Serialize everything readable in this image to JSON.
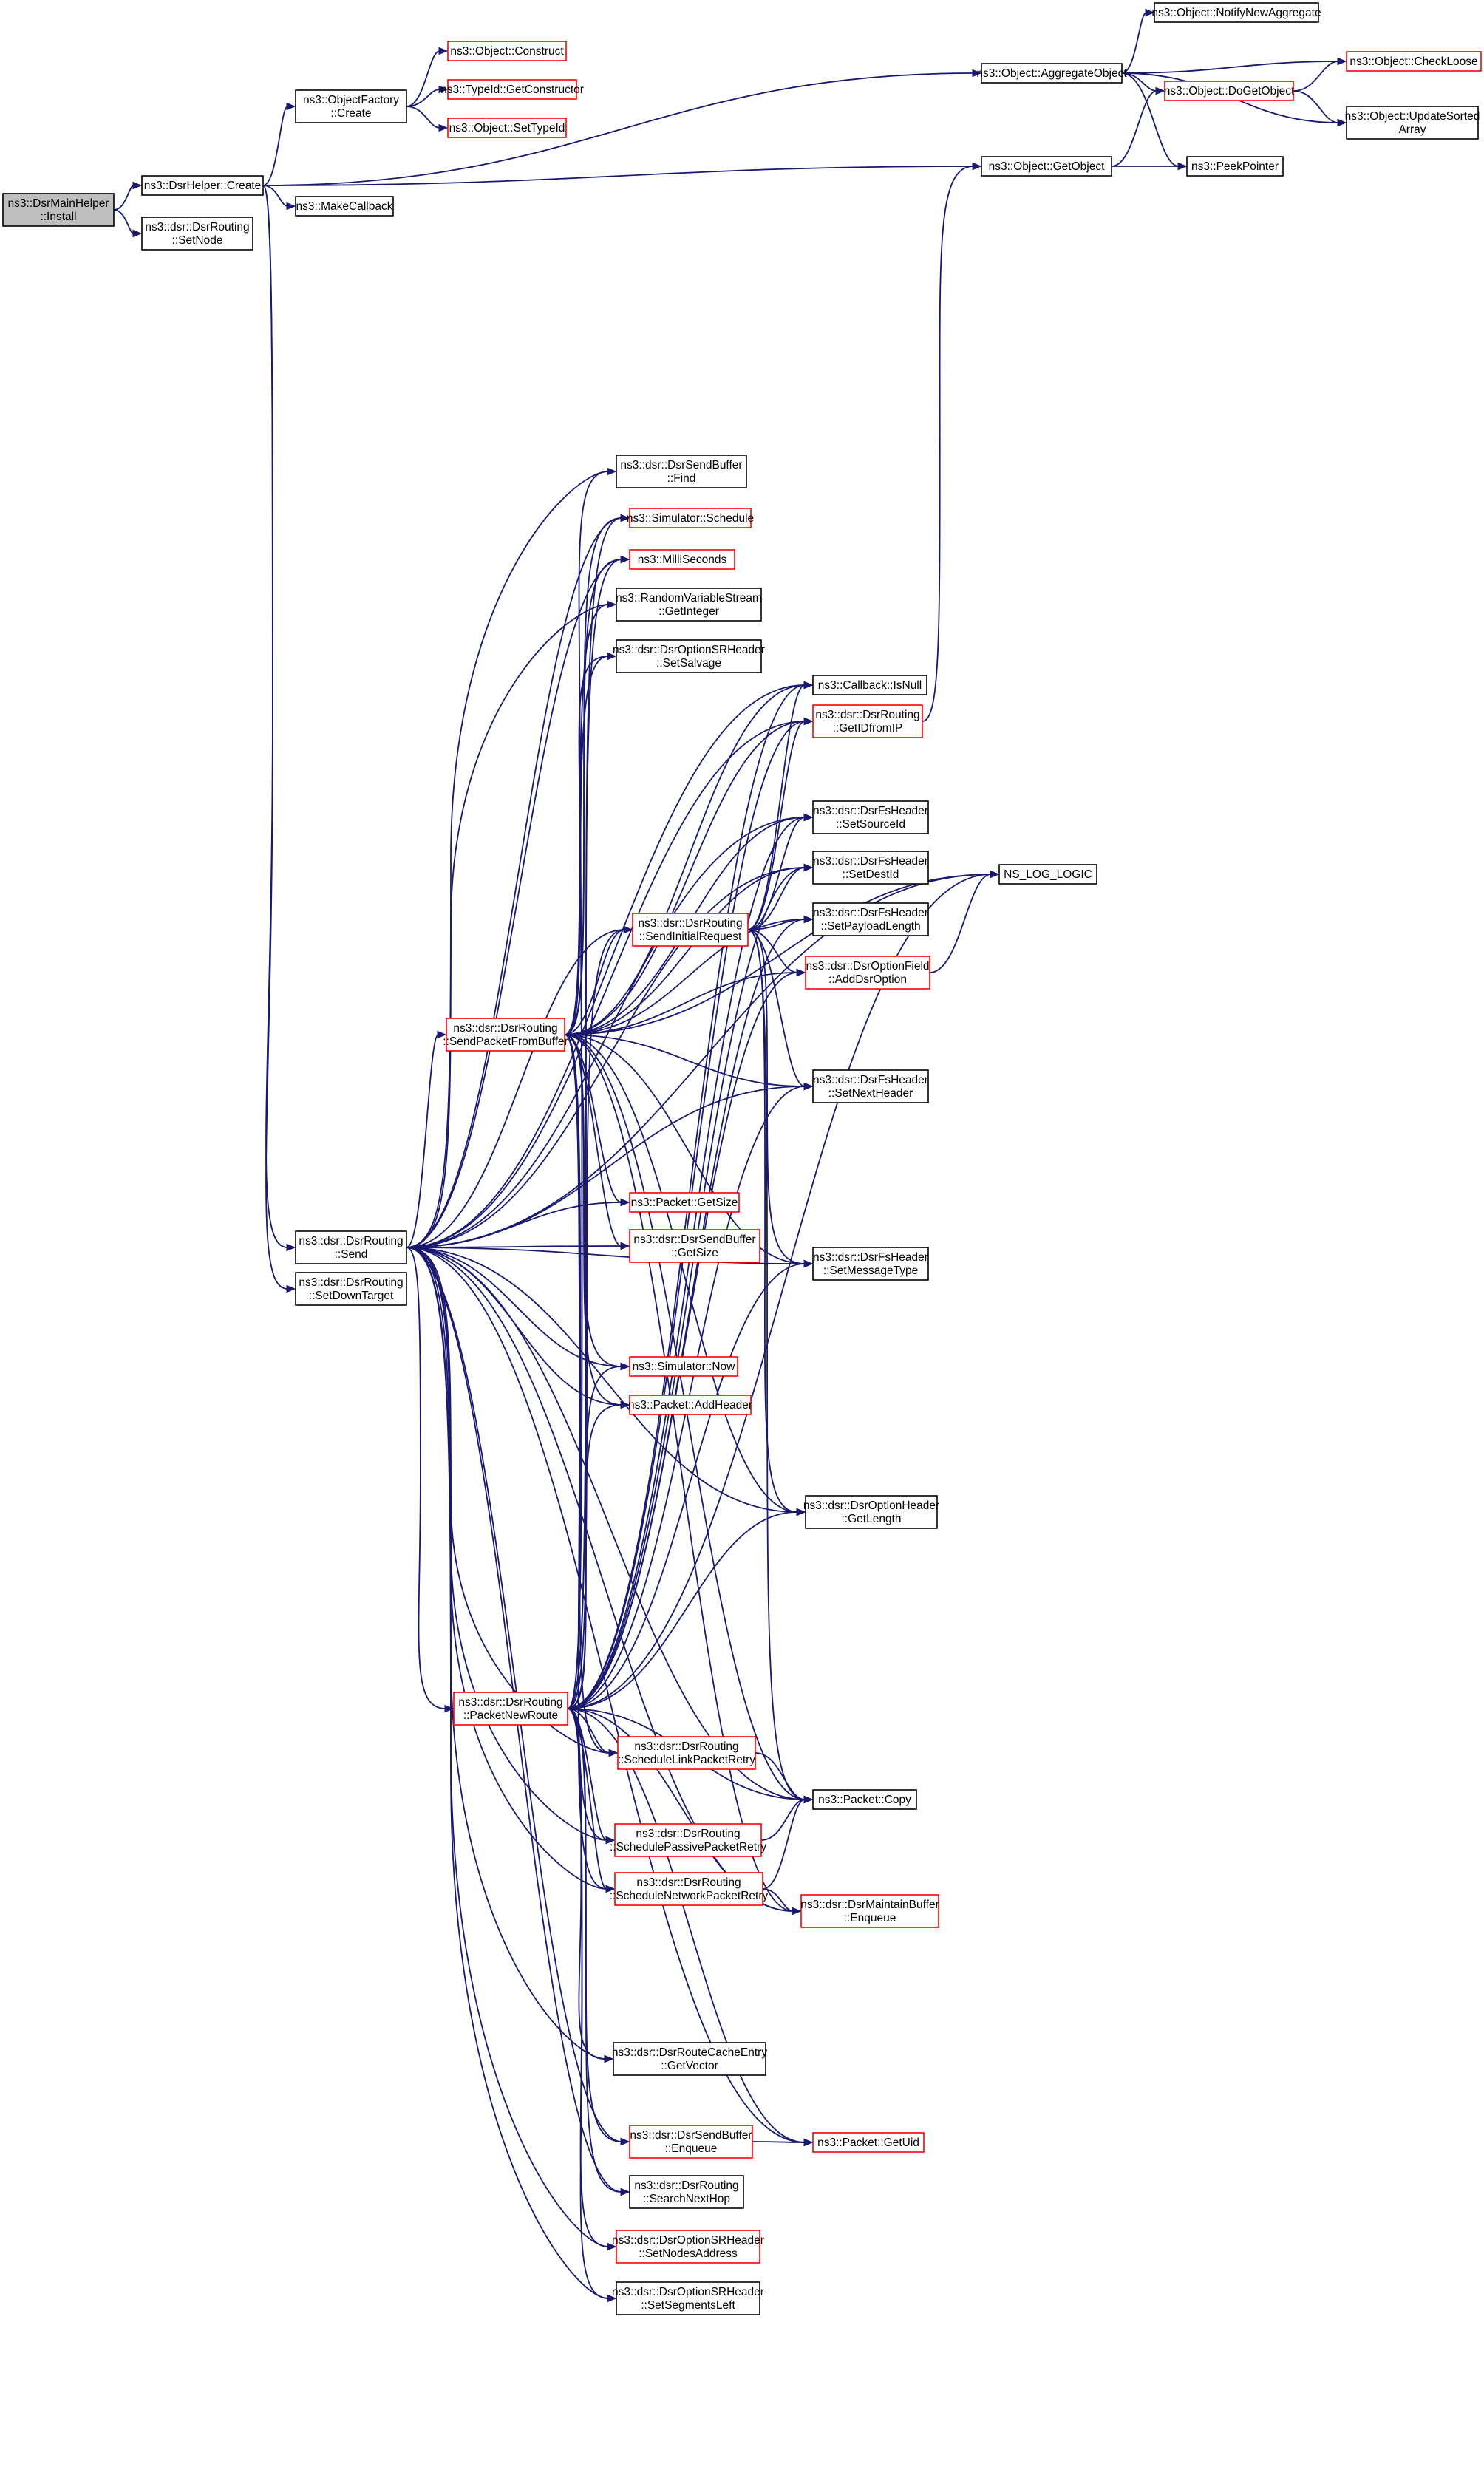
{
  "graph": {
    "colors": {
      "edge": "#191970",
      "plain_border": "#000000",
      "truncated_border": "#ff0000",
      "root_fill": "#bfbfbf"
    },
    "nodes": [
      {
        "id": "install",
        "lines": [
          "ns3::DsrMainHelper",
          "::Install"
        ],
        "style": "root"
      },
      {
        "id": "helper_create",
        "lines": [
          "ns3::DsrHelper::Create"
        ],
        "style": "plain"
      },
      {
        "id": "setnode",
        "lines": [
          "ns3::dsr::DsrRouting",
          "::SetNode"
        ],
        "style": "plain"
      },
      {
        "id": "objfactory_create",
        "lines": [
          "ns3::ObjectFactory",
          "::Create"
        ],
        "style": "plain"
      },
      {
        "id": "makecallback",
        "lines": [
          "ns3::MakeCallback"
        ],
        "style": "plain"
      },
      {
        "id": "send",
        "lines": [
          "ns3::dsr::DsrRouting",
          "::Send"
        ],
        "style": "plain"
      },
      {
        "id": "setdowntarget",
        "lines": [
          "ns3::dsr::DsrRouting",
          "::SetDownTarget"
        ],
        "style": "plain"
      },
      {
        "id": "construct",
        "lines": [
          "ns3::Object::Construct"
        ],
        "style": "truncated"
      },
      {
        "id": "getconstructor",
        "lines": [
          "ns3::TypeId::GetConstructor"
        ],
        "style": "truncated"
      },
      {
        "id": "settypeid",
        "lines": [
          "ns3::Object::SetTypeId"
        ],
        "style": "truncated"
      },
      {
        "id": "aggregate",
        "lines": [
          "ns3::Object::AggregateObject"
        ],
        "style": "plain"
      },
      {
        "id": "getobject",
        "lines": [
          "ns3::Object::GetObject"
        ],
        "style": "plain"
      },
      {
        "id": "notify",
        "lines": [
          "ns3::Object::NotifyNewAggregate"
        ],
        "style": "plain"
      },
      {
        "id": "dogetobject",
        "lines": [
          "ns3::Object::DoGetObject"
        ],
        "style": "truncated"
      },
      {
        "id": "checkloose",
        "lines": [
          "ns3::Object::CheckLoose"
        ],
        "style": "truncated"
      },
      {
        "id": "updatesorted",
        "lines": [
          "ns3::Object::UpdateSorted",
          "Array"
        ],
        "style": "plain"
      },
      {
        "id": "peekpointer",
        "lines": [
          "ns3::PeekPointer"
        ],
        "style": "plain"
      },
      {
        "id": "sb_find",
        "lines": [
          "ns3::dsr::DsrSendBuffer",
          "::Find"
        ],
        "style": "plain"
      },
      {
        "id": "sim_schedule",
        "lines": [
          "ns3::Simulator::Schedule"
        ],
        "style": "truncated"
      },
      {
        "id": "milliseconds",
        "lines": [
          "ns3::MilliSeconds"
        ],
        "style": "truncated"
      },
      {
        "id": "rvs_getinteger",
        "lines": [
          "ns3::RandomVariableStream",
          "::GetInteger"
        ],
        "style": "plain"
      },
      {
        "id": "sr_setsalvage",
        "lines": [
          "ns3::dsr::DsrOptionSRHeader",
          "::SetSalvage"
        ],
        "style": "plain"
      },
      {
        "id": "cb_isnull",
        "lines": [
          "ns3::Callback::IsNull"
        ],
        "style": "plain"
      },
      {
        "id": "getidfromip",
        "lines": [
          "ns3::dsr::DsrRouting",
          "::GetIDfromIP"
        ],
        "style": "truncated"
      },
      {
        "id": "fs_setsourceid",
        "lines": [
          "ns3::dsr::DsrFsHeader",
          "::SetSourceId"
        ],
        "style": "plain"
      },
      {
        "id": "fs_setdestid",
        "lines": [
          "ns3::dsr::DsrFsHeader",
          "::SetDestId"
        ],
        "style": "plain"
      },
      {
        "id": "ns_log_logic",
        "lines": [
          "NS_LOG_LOGIC"
        ],
        "style": "plain"
      },
      {
        "id": "fs_setpayload",
        "lines": [
          "ns3::dsr::DsrFsHeader",
          "::SetPayloadLength"
        ],
        "style": "plain"
      },
      {
        "id": "sendinitialrequest",
        "lines": [
          "ns3::dsr::DsrRouting",
          "::SendInitialRequest"
        ],
        "style": "truncated"
      },
      {
        "id": "adddsroption",
        "lines": [
          "ns3::dsr::DsrOptionField",
          "::AddDsrOption"
        ],
        "style": "truncated"
      },
      {
        "id": "sendpacketfrombuffer",
        "lines": [
          "ns3::dsr::DsrRouting",
          "::SendPacketFromBuffer"
        ],
        "style": "truncated"
      },
      {
        "id": "fs_setnextheader",
        "lines": [
          "ns3::dsr::DsrFsHeader",
          "::SetNextHeader"
        ],
        "style": "plain"
      },
      {
        "id": "packet_getsize",
        "lines": [
          "ns3::Packet::GetSize"
        ],
        "style": "truncated"
      },
      {
        "id": "sb_getsize",
        "lines": [
          "ns3::dsr::DsrSendBuffer",
          "::GetSize"
        ],
        "style": "truncated"
      },
      {
        "id": "fs_setmessagetype",
        "lines": [
          "ns3::dsr::DsrFsHeader",
          "::SetMessageType"
        ],
        "style": "plain"
      },
      {
        "id": "sim_now",
        "lines": [
          "ns3::Simulator::Now"
        ],
        "style": "truncated"
      },
      {
        "id": "packet_addheader",
        "lines": [
          "ns3::Packet::AddHeader"
        ],
        "style": "truncated"
      },
      {
        "id": "opt_getlength",
        "lines": [
          "ns3::dsr::DsrOptionHeader",
          "::GetLength"
        ],
        "style": "plain"
      },
      {
        "id": "packetnewroute",
        "lines": [
          "ns3::dsr::DsrRouting",
          "::PacketNewRoute"
        ],
        "style": "truncated"
      },
      {
        "id": "schedlink",
        "lines": [
          "ns3::dsr::DsrRouting",
          "::ScheduleLinkPacketRetry"
        ],
        "style": "truncated"
      },
      {
        "id": "packet_copy",
        "lines": [
          "ns3::Packet::Copy"
        ],
        "style": "plain"
      },
      {
        "id": "schedpassive",
        "lines": [
          "ns3::dsr::DsrRouting",
          "::SchedulePassivePacketRetry"
        ],
        "style": "truncated"
      },
      {
        "id": "schednetwork",
        "lines": [
          "ns3::dsr::DsrRouting",
          "::ScheduleNetworkPacketRetry"
        ],
        "style": "truncated"
      },
      {
        "id": "mb_enqueue",
        "lines": [
          "ns3::dsr::DsrMaintainBuffer",
          "::Enqueue"
        ],
        "style": "truncated"
      },
      {
        "id": "rce_getvector",
        "lines": [
          "ns3::dsr::DsrRouteCacheEntry",
          "::GetVector"
        ],
        "style": "plain"
      },
      {
        "id": "sb_enqueue",
        "lines": [
          "ns3::dsr::DsrSendBuffer",
          "::Enqueue"
        ],
        "style": "truncated"
      },
      {
        "id": "packet_getuid",
        "lines": [
          "ns3::Packet::GetUid"
        ],
        "style": "truncated"
      },
      {
        "id": "searchnexthop",
        "lines": [
          "ns3::dsr::DsrRouting",
          "::SearchNextHop"
        ],
        "style": "plain"
      },
      {
        "id": "sr_setnodesaddress",
        "lines": [
          "ns3::dsr::DsrOptionSRHeader",
          "::SetNodesAddress"
        ],
        "style": "truncated"
      },
      {
        "id": "sr_setsegmentsleft",
        "lines": [
          "ns3::dsr::DsrOptionSRHeader",
          "::SetSegmentsLeft"
        ],
        "style": "plain"
      }
    ],
    "edges": [
      [
        "install",
        "helper_create"
      ],
      [
        "install",
        "setnode"
      ],
      [
        "helper_create",
        "objfactory_create"
      ],
      [
        "helper_create",
        "aggregate"
      ],
      [
        "helper_create",
        "getobject"
      ],
      [
        "helper_create",
        "makecallback"
      ],
      [
        "helper_create",
        "send"
      ],
      [
        "helper_create",
        "setdowntarget"
      ],
      [
        "objfactory_create",
        "construct"
      ],
      [
        "objfactory_create",
        "getconstructor"
      ],
      [
        "objfactory_create",
        "settypeid"
      ],
      [
        "aggregate",
        "notify"
      ],
      [
        "aggregate",
        "dogetobject"
      ],
      [
        "aggregate",
        "checkloose"
      ],
      [
        "aggregate",
        "updatesorted"
      ],
      [
        "aggregate",
        "peekpointer"
      ],
      [
        "dogetobject",
        "checkloose"
      ],
      [
        "dogetobject",
        "updatesorted"
      ],
      [
        "getobject",
        "dogetobject"
      ],
      [
        "getobject",
        "peekpointer"
      ],
      [
        "getidfromip",
        "getobject"
      ],
      [
        "adddsroption",
        "ns_log_logic"
      ],
      [
        "send",
        "ns_log_logic"
      ],
      [
        "send",
        "cb_isnull"
      ],
      [
        "send",
        "getidfromip"
      ],
      [
        "send",
        "fs_setsourceid"
      ],
      [
        "send",
        "fs_setdestid"
      ],
      [
        "send",
        "sb_find"
      ],
      [
        "send",
        "sim_schedule"
      ],
      [
        "send",
        "milliseconds"
      ],
      [
        "send",
        "rvs_getinteger"
      ],
      [
        "send",
        "sendpacketfrombuffer"
      ],
      [
        "send",
        "sendinitialrequest"
      ],
      [
        "send",
        "packet_getsize"
      ],
      [
        "send",
        "sb_getsize"
      ],
      [
        "send",
        "fs_setnextheader"
      ],
      [
        "send",
        "fs_setmessagetype"
      ],
      [
        "send",
        "sim_now"
      ],
      [
        "send",
        "packet_addheader"
      ],
      [
        "send",
        "opt_getlength"
      ],
      [
        "send",
        "packetnewroute"
      ],
      [
        "send",
        "schedlink"
      ],
      [
        "send",
        "packet_copy"
      ],
      [
        "send",
        "schedpassive"
      ],
      [
        "send",
        "schednetwork"
      ],
      [
        "send",
        "mb_enqueue"
      ],
      [
        "send",
        "rce_getvector"
      ],
      [
        "send",
        "sb_enqueue"
      ],
      [
        "send",
        "searchnexthop"
      ],
      [
        "send",
        "sr_setnodesaddress"
      ],
      [
        "send",
        "sr_setsegmentsleft"
      ],
      [
        "send",
        "packet_getuid"
      ],
      [
        "sendpacketfrombuffer",
        "sb_find"
      ],
      [
        "sendpacketfrombuffer",
        "sim_schedule"
      ],
      [
        "sendpacketfrombuffer",
        "milliseconds"
      ],
      [
        "sendpacketfrombuffer",
        "sr_setsalvage"
      ],
      [
        "sendpacketfrombuffer",
        "cb_isnull"
      ],
      [
        "sendpacketfrombuffer",
        "getidfromip"
      ],
      [
        "sendpacketfrombuffer",
        "ns_log_logic"
      ],
      [
        "sendpacketfrombuffer",
        "fs_setsourceid"
      ],
      [
        "sendpacketfrombuffer",
        "fs_setdestid"
      ],
      [
        "sendpacketfrombuffer",
        "fs_setpayload"
      ],
      [
        "sendpacketfrombuffer",
        "adddsroption"
      ],
      [
        "sendpacketfrombuffer",
        "fs_setnextheader"
      ],
      [
        "sendpacketfrombuffer",
        "fs_setmessagetype"
      ],
      [
        "sendpacketfrombuffer",
        "packet_getsize"
      ],
      [
        "sendpacketfrombuffer",
        "sb_getsize"
      ],
      [
        "sendpacketfrombuffer",
        "sim_now"
      ],
      [
        "sendpacketfrombuffer",
        "packet_addheader"
      ],
      [
        "sendpacketfrombuffer",
        "opt_getlength"
      ],
      [
        "sendpacketfrombuffer",
        "schedlink"
      ],
      [
        "sendpacketfrombuffer",
        "packet_copy"
      ],
      [
        "sendpacketfrombuffer",
        "schedpassive"
      ],
      [
        "sendpacketfrombuffer",
        "schednetwork"
      ],
      [
        "sendpacketfrombuffer",
        "mb_enqueue"
      ],
      [
        "sendpacketfrombuffer",
        "sendinitialrequest"
      ],
      [
        "sendinitialrequest",
        "cb_isnull"
      ],
      [
        "sendinitialrequest",
        "getidfromip"
      ],
      [
        "sendinitialrequest",
        "fs_setsourceid"
      ],
      [
        "sendinitialrequest",
        "fs_setdestid"
      ],
      [
        "sendinitialrequest",
        "fs_setpayload"
      ],
      [
        "sendinitialrequest",
        "adddsroption"
      ],
      [
        "sendinitialrequest",
        "fs_setnextheader"
      ],
      [
        "sendinitialrequest",
        "fs_setmessagetype"
      ],
      [
        "sendinitialrequest",
        "opt_getlength"
      ],
      [
        "sendinitialrequest",
        "packet_copy"
      ],
      [
        "packetnewroute",
        "sim_now"
      ],
      [
        "packetnewroute",
        "packet_addheader"
      ],
      [
        "packetnewroute",
        "sendinitialrequest"
      ],
      [
        "packetnewroute",
        "rvs_getinteger"
      ],
      [
        "packetnewroute",
        "milliseconds"
      ],
      [
        "packetnewroute",
        "sim_schedule"
      ],
      [
        "packetnewroute",
        "sr_setsalvage"
      ],
      [
        "packetnewroute",
        "cb_isnull"
      ],
      [
        "packetnewroute",
        "getidfromip"
      ],
      [
        "packetnewroute",
        "fs_setsourceid"
      ],
      [
        "packetnewroute",
        "fs_setdestid"
      ],
      [
        "packetnewroute",
        "fs_setpayload"
      ],
      [
        "packetnewroute",
        "adddsroption"
      ],
      [
        "packetnewroute",
        "fs_setnextheader"
      ],
      [
        "packetnewroute",
        "fs_setmessagetype"
      ],
      [
        "packetnewroute",
        "opt_getlength"
      ],
      [
        "packetnewroute",
        "schedlink"
      ],
      [
        "packetnewroute",
        "packet_copy"
      ],
      [
        "packetnewroute",
        "schedpassive"
      ],
      [
        "packetnewroute",
        "schednetwork"
      ],
      [
        "packetnewroute",
        "mb_enqueue"
      ],
      [
        "packetnewroute",
        "rce_getvector"
      ],
      [
        "packetnewroute",
        "sb_enqueue"
      ],
      [
        "packetnewroute",
        "searchnexthop"
      ],
      [
        "packetnewroute",
        "sr_setnodesaddress"
      ],
      [
        "packetnewroute",
        "sr_setsegmentsleft"
      ],
      [
        "packetnewroute",
        "packet_getuid"
      ],
      [
        "packetnewroute",
        "ns_log_logic"
      ],
      [
        "schedlink",
        "packet_copy"
      ],
      [
        "schedpassive",
        "packet_copy"
      ],
      [
        "schednetwork",
        "packet_copy"
      ],
      [
        "schednetwork",
        "mb_enqueue"
      ],
      [
        "sb_enqueue",
        "packet_getuid"
      ]
    ]
  }
}
